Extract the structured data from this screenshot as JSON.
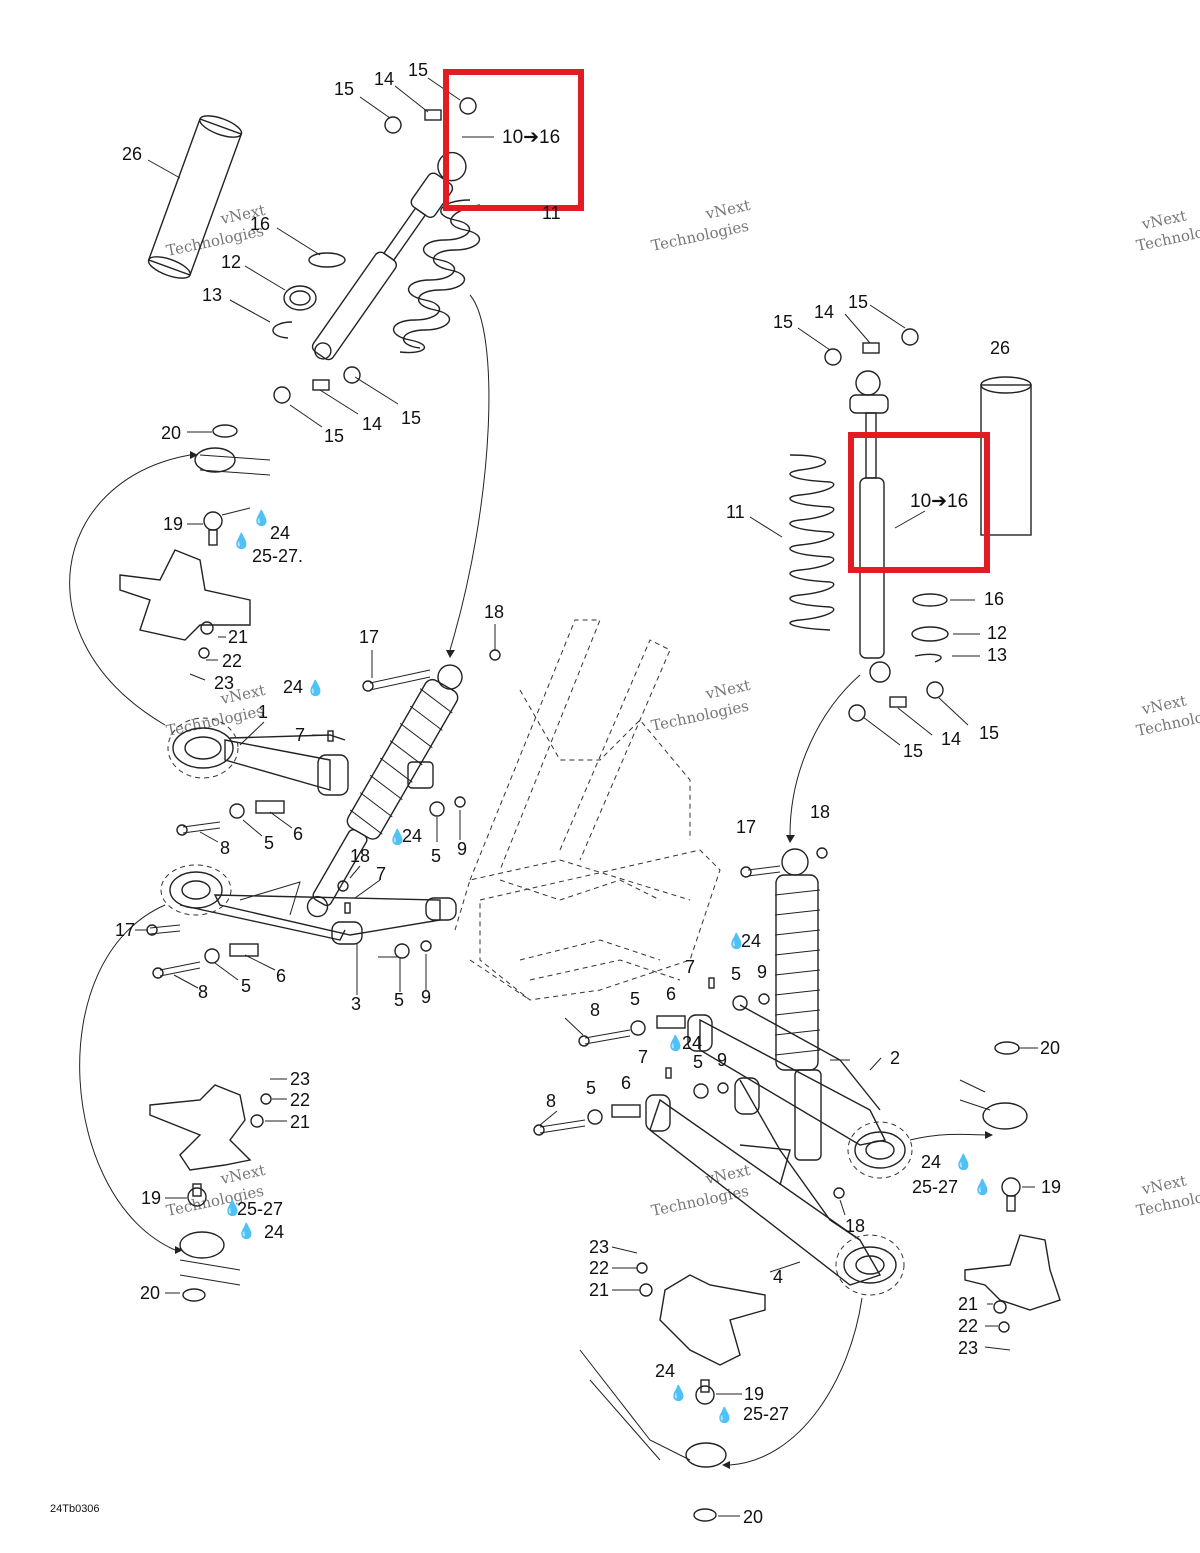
{
  "diagram": {
    "reference_code": "24Tb0306",
    "highlight_label": "10➔16",
    "highlight_color": "#e31b23",
    "watermark_line1": "vNext",
    "watermark_line2": "Technologies",
    "drop_symbol": "💧",
    "callouts": {
      "c1": "1",
      "c2": "2",
      "c3": "3",
      "c4": "4",
      "c5": "5",
      "c6": "6",
      "c7": "7",
      "c8": "8",
      "c9": "9",
      "c11": "11",
      "c12": "12",
      "c13": "13",
      "c14": "14",
      "c15": "15",
      "c16": "16",
      "c17": "17",
      "c18": "18",
      "c19": "19",
      "c20": "20",
      "c21": "21",
      "c22": "22",
      "c23": "23",
      "c24": "24",
      "c25_27": "25-27",
      "c25_27dot": "25-27.",
      "c26": "26"
    }
  }
}
